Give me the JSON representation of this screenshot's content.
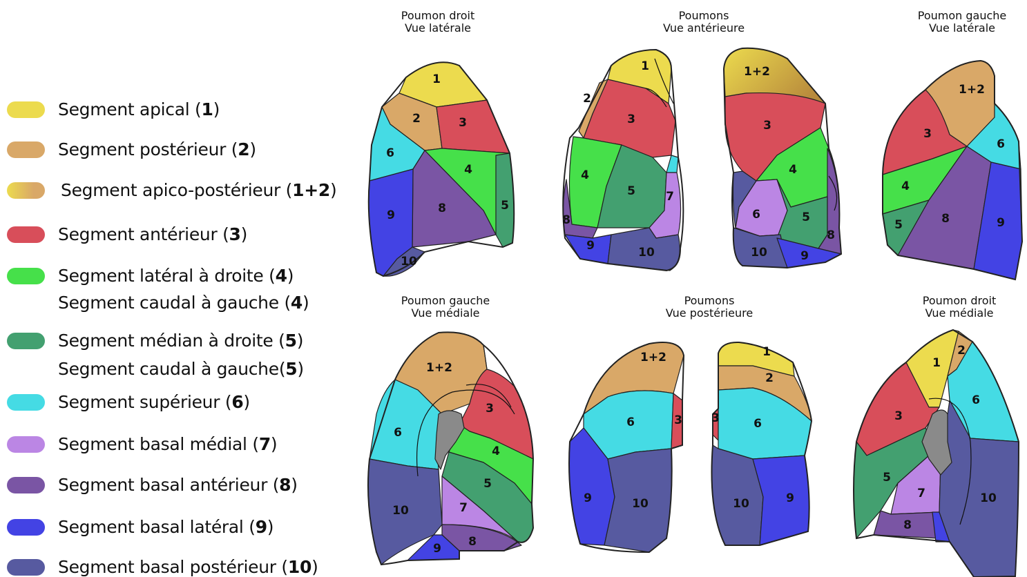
{
  "colors": {
    "s1": "#ecdb4e",
    "s2": "#d9a868",
    "s3": "#d84e5a",
    "s4": "#46e04a",
    "s5": "#43a070",
    "s6": "#45dbe4",
    "s7": "#bb86e4",
    "s8": "#7a55a4",
    "s9": "#4343e4",
    "s10": "#575aa0",
    "hilum": "#8a8a8a"
  },
  "legend": [
    {
      "label": "Segment apical",
      "code": "1",
      "color": "#ecdb4e"
    },
    {
      "label": "Segment postérieur",
      "code": "2",
      "color": "#d9a868"
    },
    {
      "label": "Segment apico-postérieur",
      "code": "1+2",
      "color": "gradient"
    },
    {
      "label": "Segment antérieur",
      "code": "3",
      "color": "#d84e5a"
    },
    {
      "label": "Segment latéral à droite",
      "code": "4",
      "color": "#46e04a"
    },
    {
      "label": "Segment caudal à gauche",
      "code": "4",
      "color": ""
    },
    {
      "label": "Segment médian à droite",
      "code": "5",
      "color": "#43a070"
    },
    {
      "label": "Segment caudal à gauche",
      "code": "5",
      "color": ""
    },
    {
      "label": "Segment supérieur",
      "code": "6",
      "color": "#45dbe4"
    },
    {
      "label": "Segment basal médial",
      "code": "7",
      "color": "#bb86e4"
    },
    {
      "label": "Segment basal antérieur",
      "code": "8",
      "color": "#7a55a4"
    },
    {
      "label": "Segment basal latéral",
      "code": "9",
      "color": "#4343e4"
    },
    {
      "label": "Segment basal postérieur",
      "code": "10",
      "color": "#575aa0"
    }
  ],
  "views": [
    {
      "line1": "Poumon droit",
      "line2": "Vue latérale"
    },
    {
      "line1": "Poumons",
      "line2": "Vue antérieure"
    },
    {
      "line1": "Poumon gauche",
      "line2": "Vue latérale"
    },
    {
      "line1": "Poumon gauche",
      "line2": "Vue médiale"
    },
    {
      "line1": "Poumons",
      "line2": "Vue postérieure"
    },
    {
      "line1": "Poumon droit",
      "line2": "Vue médiale"
    }
  ],
  "segment_numbers": {
    "n1": "1",
    "n2": "2",
    "n12": "1+2",
    "n3": "3",
    "n4": "4",
    "n5": "5",
    "n6": "6",
    "n7": "7",
    "n8": "8",
    "n9": "9",
    "n10": "10"
  }
}
